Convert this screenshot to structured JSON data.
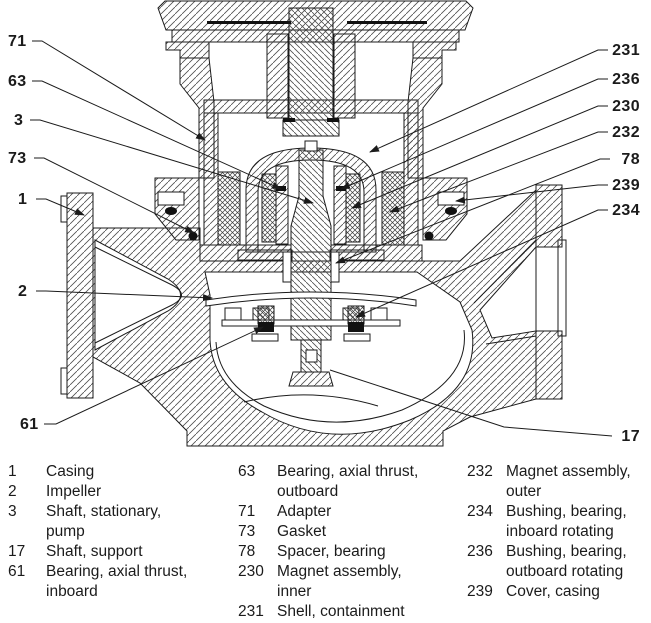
{
  "figure": {
    "type": "technical-cross-section",
    "subject": "Sealless magnetic drive pump, sectional drawing with part callouts",
    "line_color": "#1b1b1b",
    "background_color": "#ffffff"
  },
  "callouts": {
    "c71": "71",
    "c63": "63",
    "c3": "3",
    "c73": "73",
    "c1": "1",
    "c2": "2",
    "c61": "61",
    "c231": "231",
    "c236": "236",
    "c230": "230",
    "c232": "232",
    "c78": "78",
    "c239": "239",
    "c234": "234",
    "c17": "17"
  },
  "legend": {
    "col1": [
      {
        "num": "1",
        "line1": "Casing",
        "line2": ""
      },
      {
        "num": "2",
        "line1": "Impeller",
        "line2": ""
      },
      {
        "num": "3",
        "line1": "Shaft, stationary,",
        "line2": "pump"
      },
      {
        "num": "17",
        "line1": "Shaft, support",
        "line2": ""
      },
      {
        "num": "61",
        "line1": "Bearing, axial thrust,",
        "line2": "inboard"
      }
    ],
    "col2": [
      {
        "num": "63",
        "line1": "Bearing, axial thrust,",
        "line2": "outboard"
      },
      {
        "num": "71",
        "line1": "Adapter",
        "line2": ""
      },
      {
        "num": "73",
        "line1": "Gasket",
        "line2": ""
      },
      {
        "num": "78",
        "line1": "Spacer, bearing",
        "line2": ""
      },
      {
        "num": "230",
        "line1": "Magnet assembly,",
        "line2": "inner"
      },
      {
        "num": "231",
        "line1": "Shell, containment",
        "line2": ""
      }
    ],
    "col3": [
      {
        "num": "232",
        "line1": "Magnet assembly,",
        "line2": "outer"
      },
      {
        "num": "234",
        "line1": "Bushing, bearing,",
        "line2": "inboard rotating"
      },
      {
        "num": "236",
        "line1": "Bushing, bearing,",
        "line2": "outboard rotating"
      },
      {
        "num": "239",
        "line1": "Cover, casing",
        "line2": ""
      }
    ]
  }
}
